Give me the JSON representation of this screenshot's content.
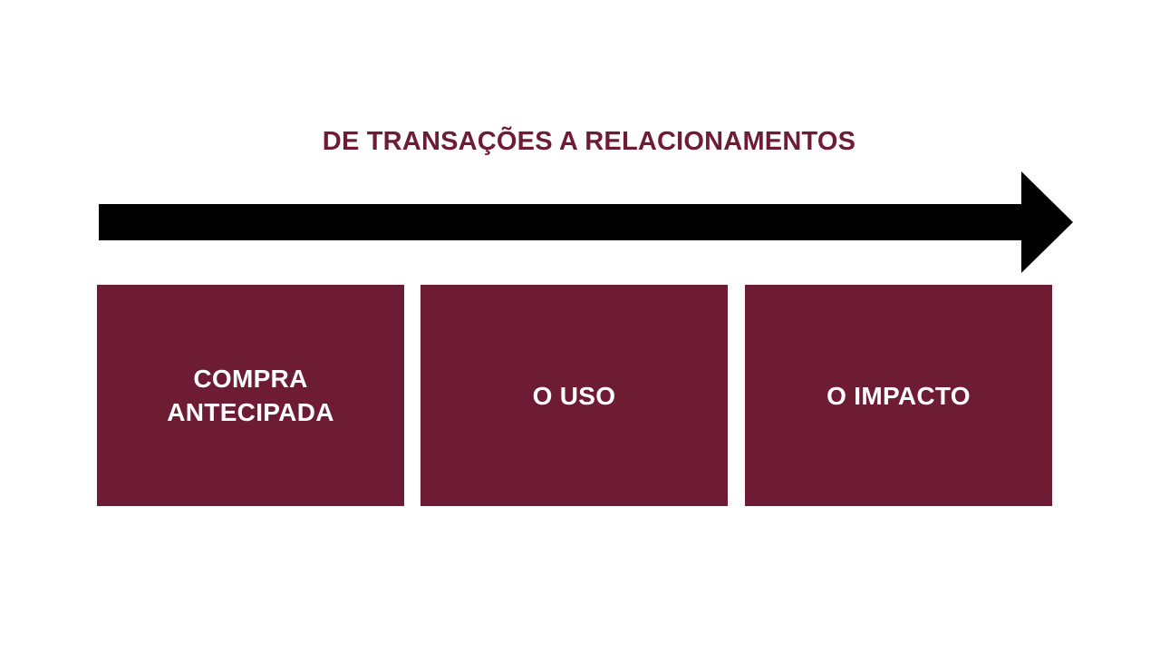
{
  "diagram": {
    "title": "DE TRANSAÇÕES A RELACIONAMENTOS",
    "stages": [
      {
        "label": "COMPRA\nANTECIPADA"
      },
      {
        "label": "O USO"
      },
      {
        "label": "O IMPACTO"
      }
    ]
  },
  "colors": {
    "accent": "#6e1c33",
    "box_text": "#ffffff",
    "arrow": "#000000",
    "background": "#ffffff"
  },
  "icons": {
    "arrow": "arrow-right-icon"
  }
}
